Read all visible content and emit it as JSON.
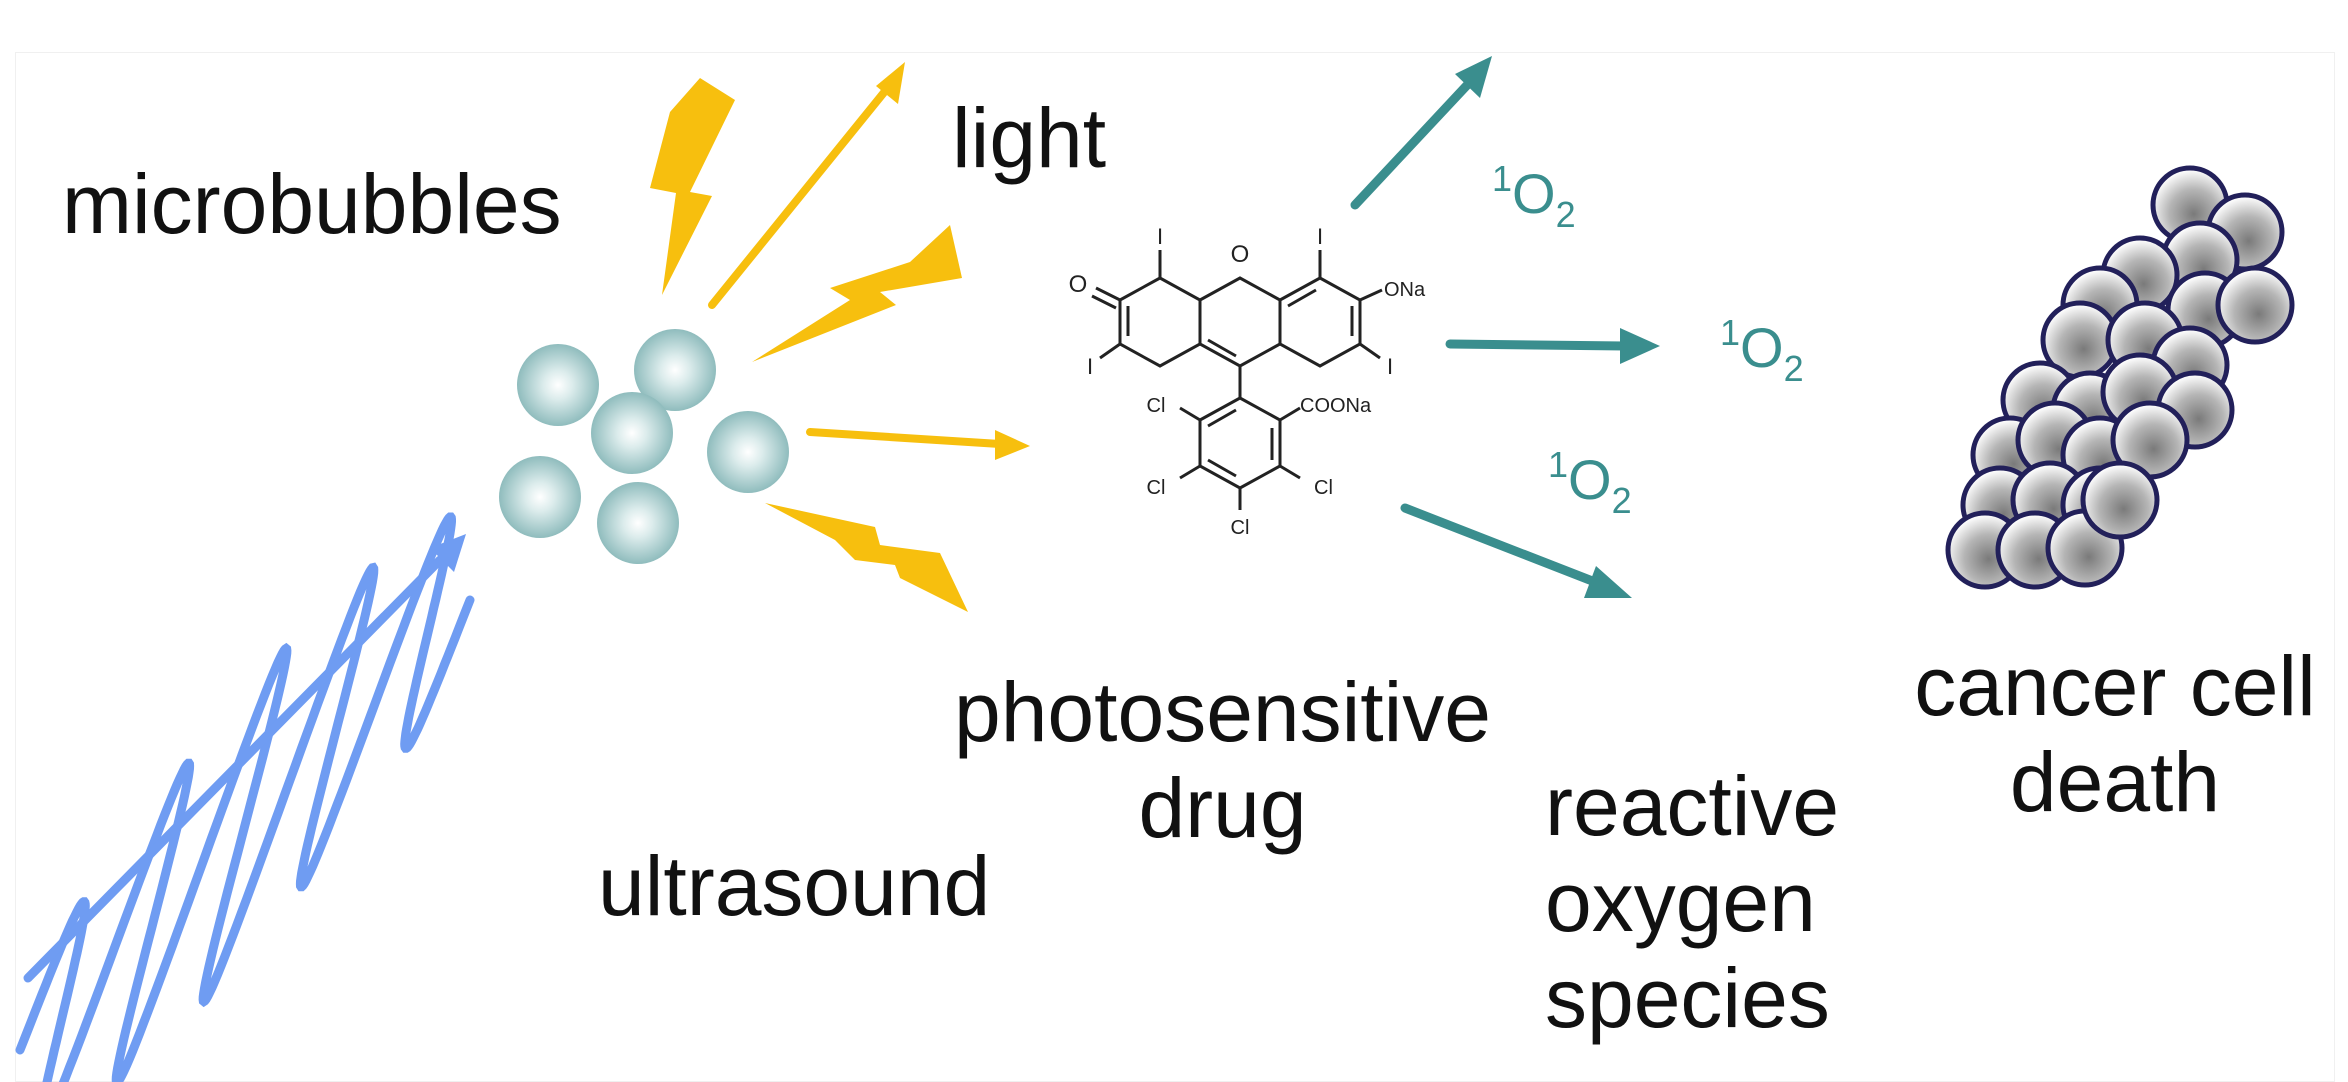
{
  "labels": {
    "microbubbles": "microbubbles",
    "light": "light",
    "ultrasound": "ultrasound",
    "drug_line1": "photosensitive",
    "drug_line2": "drug",
    "ros_line1": "reactive",
    "ros_line2": "oxygen",
    "ros_line3": "species",
    "death_line1": "cancer cell",
    "death_line2": "death"
  },
  "singlet_oxygen": {
    "superscript": "1",
    "element": "O",
    "subscript": "2"
  },
  "molecule_atoms": {
    "iodine": "I",
    "oxygen": "O",
    "sodium_oxide": "ONa",
    "chlorine": "Cl",
    "carboxylate": "COONa"
  },
  "colors": {
    "ultrasound_wave": "#6f9cf2",
    "light_yellow": "#f7bf0e",
    "singlet_oxygen_teal": "#3a8e8e",
    "microbubble": "#a9cfd0",
    "cell_outline": "#22205a",
    "cell_fill": "#8a8a8a",
    "text": "#111111"
  },
  "icons": [
    "ultrasound-wave-icon",
    "microbubble-icon",
    "lightning-bolt-icon",
    "photosensitizer-molecule-icon",
    "cancer-cell-icon"
  ]
}
